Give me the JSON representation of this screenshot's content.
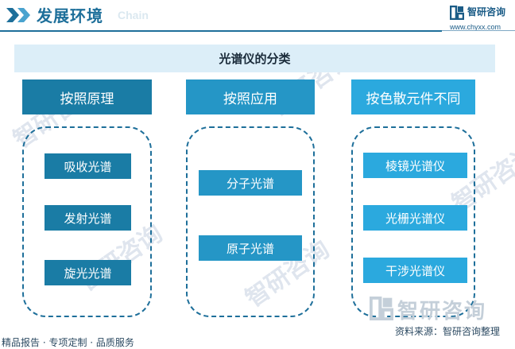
{
  "header": {
    "title": "发展环境",
    "subtitle": "Chain",
    "logo_name": "智研咨询",
    "logo_url": "www.chyxx.com"
  },
  "diagram": {
    "title": "光谱仪的分类",
    "columns": [
      {
        "heading": "按照原理",
        "items": [
          "吸收光谱",
          "发射光谱",
          "旋光光谱"
        ]
      },
      {
        "heading": "按照应用",
        "items": [
          "分子光谱",
          "原子光谱"
        ]
      },
      {
        "heading": "按色散元件不同",
        "items": [
          "棱镜光谱仪",
          "光栅光谱仪",
          "干涉光谱仪"
        ]
      }
    ]
  },
  "watermark": {
    "text": "智研咨询"
  },
  "footer": {
    "left": "精品报告 · 专项定制 · 品质服务",
    "source": "资料来源：智研咨询整理",
    "logo_name": "智研咨询"
  },
  "colors": {
    "primary": "#1e6f9a",
    "col1": "#1a7ca5",
    "col2": "#2596c6",
    "col3": "#2ba9de",
    "title_bg": "#dceef8"
  }
}
